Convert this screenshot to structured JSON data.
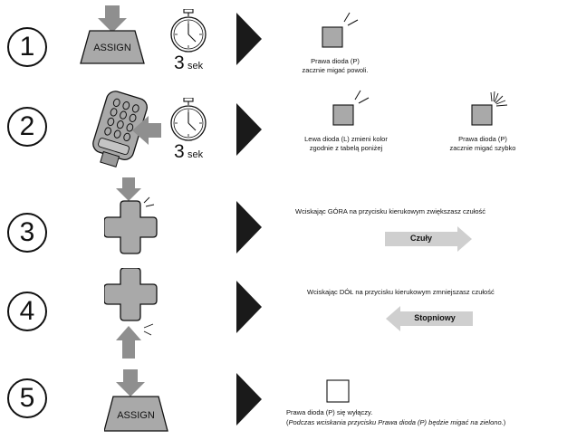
{
  "steps": [
    {
      "number": "1",
      "button_label": "ASSIGN",
      "timer_value": "3",
      "timer_unit": "sek",
      "caption_right": "Prawa dioda (P)\nzacznie migać powoli."
    },
    {
      "number": "2",
      "timer_value": "3",
      "timer_unit": "sek",
      "caption_left": "Lewa dioda (L) zmieni kolor\nzgodnie z tabelą poniżej",
      "caption_right": "Prawa dioda (P)\nzacznie migać szybko"
    },
    {
      "number": "3",
      "instruction": "Wciskając GÓRA na przycisku kierukowym zwiększasz czułość",
      "arrow_label": "Czuły"
    },
    {
      "number": "4",
      "instruction": "Wciskając DÓŁ na przycisku kierukowym zmniejszasz czułość",
      "arrow_label": "Stopniowy"
    },
    {
      "number": "5",
      "button_label": "ASSIGN",
      "note_line1": "Prawa dioda (P) się wyłączy.",
      "note_line2_italic": "Podczas wciskania przycisku Prawa dioda (P) będzie migać na zielono."
    }
  ],
  "colors": {
    "gray_fill": "#a9a9a9",
    "arrow_gray": "#8f8f8f",
    "light_arrow": "#cfcfcf",
    "triangle": "#1a1a1a"
  }
}
